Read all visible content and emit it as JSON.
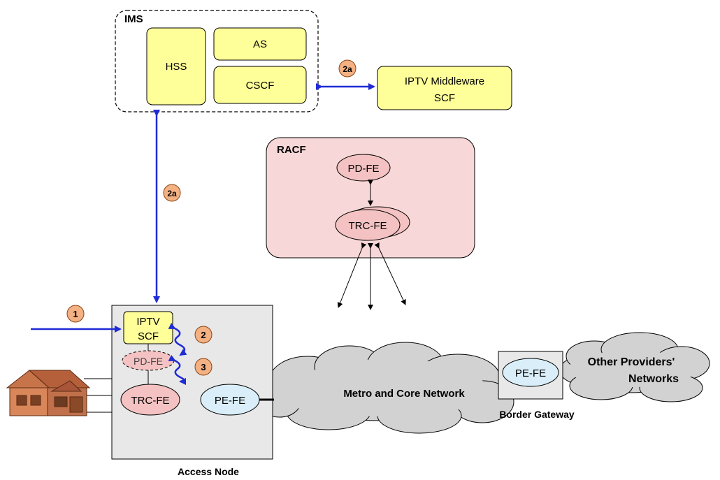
{
  "ims": {
    "title": "IMS",
    "hss": "HSS",
    "as": "AS",
    "cscf": "CSCF"
  },
  "middleware": {
    "line1": "IPTV Middleware",
    "line2": "SCF"
  },
  "racf": {
    "title": "RACF",
    "pd_fe": "PD-FE",
    "trc_fe": "TRC-FE"
  },
  "access_node": {
    "label": "Access Node",
    "iptv_line1": "IPTV",
    "iptv_line2": "SCF",
    "pd_fe": "PD-FE",
    "trc_fe": "TRC-FE",
    "pe_fe": "PE-FE"
  },
  "network": {
    "metro_core": "Metro and Core Network",
    "border_gateway": "Border Gateway",
    "border_pe_fe": "PE-FE",
    "other_line1": "Other Providers'",
    "other_line2": "Networks"
  },
  "badges": {
    "one": "1",
    "two": "2",
    "three": "3",
    "two_a_top": "2a",
    "two_a_side": "2a"
  },
  "colors": {
    "yellow_box": "#FFFF99",
    "pink_box": "#F7D7D7",
    "pink_oval": "#F4C2C2",
    "blue_oval": "#D9EEF8",
    "gray_box": "#E8E8E8",
    "cloud": "#D2D2D2",
    "badge": "#F4B183",
    "flow_arrow": "#1F2BD6"
  }
}
